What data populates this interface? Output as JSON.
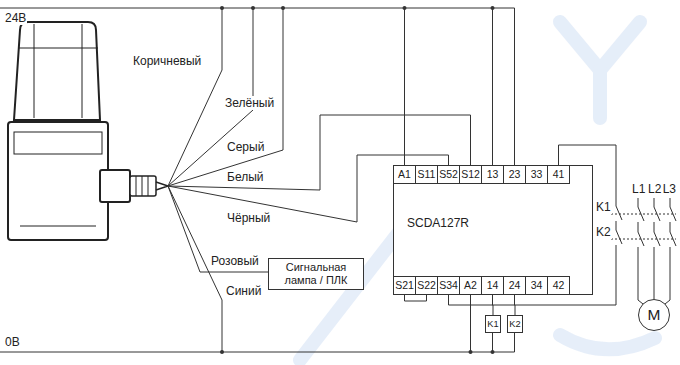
{
  "diagram": {
    "nodes": [
      {
        "text": [
          "SCDA127R"
        ]
      },
      {
        "text": [
          "A1"
        ],
        "in": 0
      },
      {
        "text": [
          "S11"
        ],
        "in": 0
      },
      {
        "text": [
          "S52"
        ],
        "in": 0
      },
      {
        "text": [
          "S12"
        ],
        "in": 0
      },
      {
        "text": [
          "13"
        ],
        "in": 0
      },
      {
        "text": [
          "23"
        ],
        "in": 0
      },
      {
        "text": [
          "33"
        ],
        "in": 0
      },
      {
        "text": [
          "41"
        ],
        "in": 0
      },
      {
        "text": [
          "S21"
        ],
        "in": 0
      },
      {
        "text": [
          "S22"
        ],
        "in": 0
      },
      {
        "text": [
          "S34"
        ],
        "in": 0
      },
      {
        "text": [
          "A2"
        ],
        "in": 0
      },
      {
        "text": [
          "14"
        ],
        "in": 0
      },
      {
        "text": [
          "24"
        ],
        "in": 0
      },
      {
        "text": [
          "34"
        ],
        "in": 0
      },
      {
        "text": [
          "42"
        ],
        "in": 0
      },
      {
        "text": [
          "Сигнальная лампа / ПЛК"
        ]
      },
      {
        "text": [
          "K1"
        ]
      },
      {
        "text": [
          "K2"
        ]
      },
      {
        "text": [
          "M"
        ]
      }
    ],
    "edges": [
      {
        "from": 13,
        "to": 18,
        "arrow": "none"
      },
      {
        "from": 14,
        "to": 19,
        "arrow": "none"
      },
      {
        "from": 9,
        "to": 10,
        "arrow": "none"
      }
    ],
    "labels": [
      "24В",
      "Коричневый",
      "Зелёный",
      "Серый",
      "Белый",
      "Чёрный",
      "Розовый",
      "Синий",
      "0В",
      "K1",
      "K2",
      "L1",
      "L2",
      "L3"
    ]
  }
}
